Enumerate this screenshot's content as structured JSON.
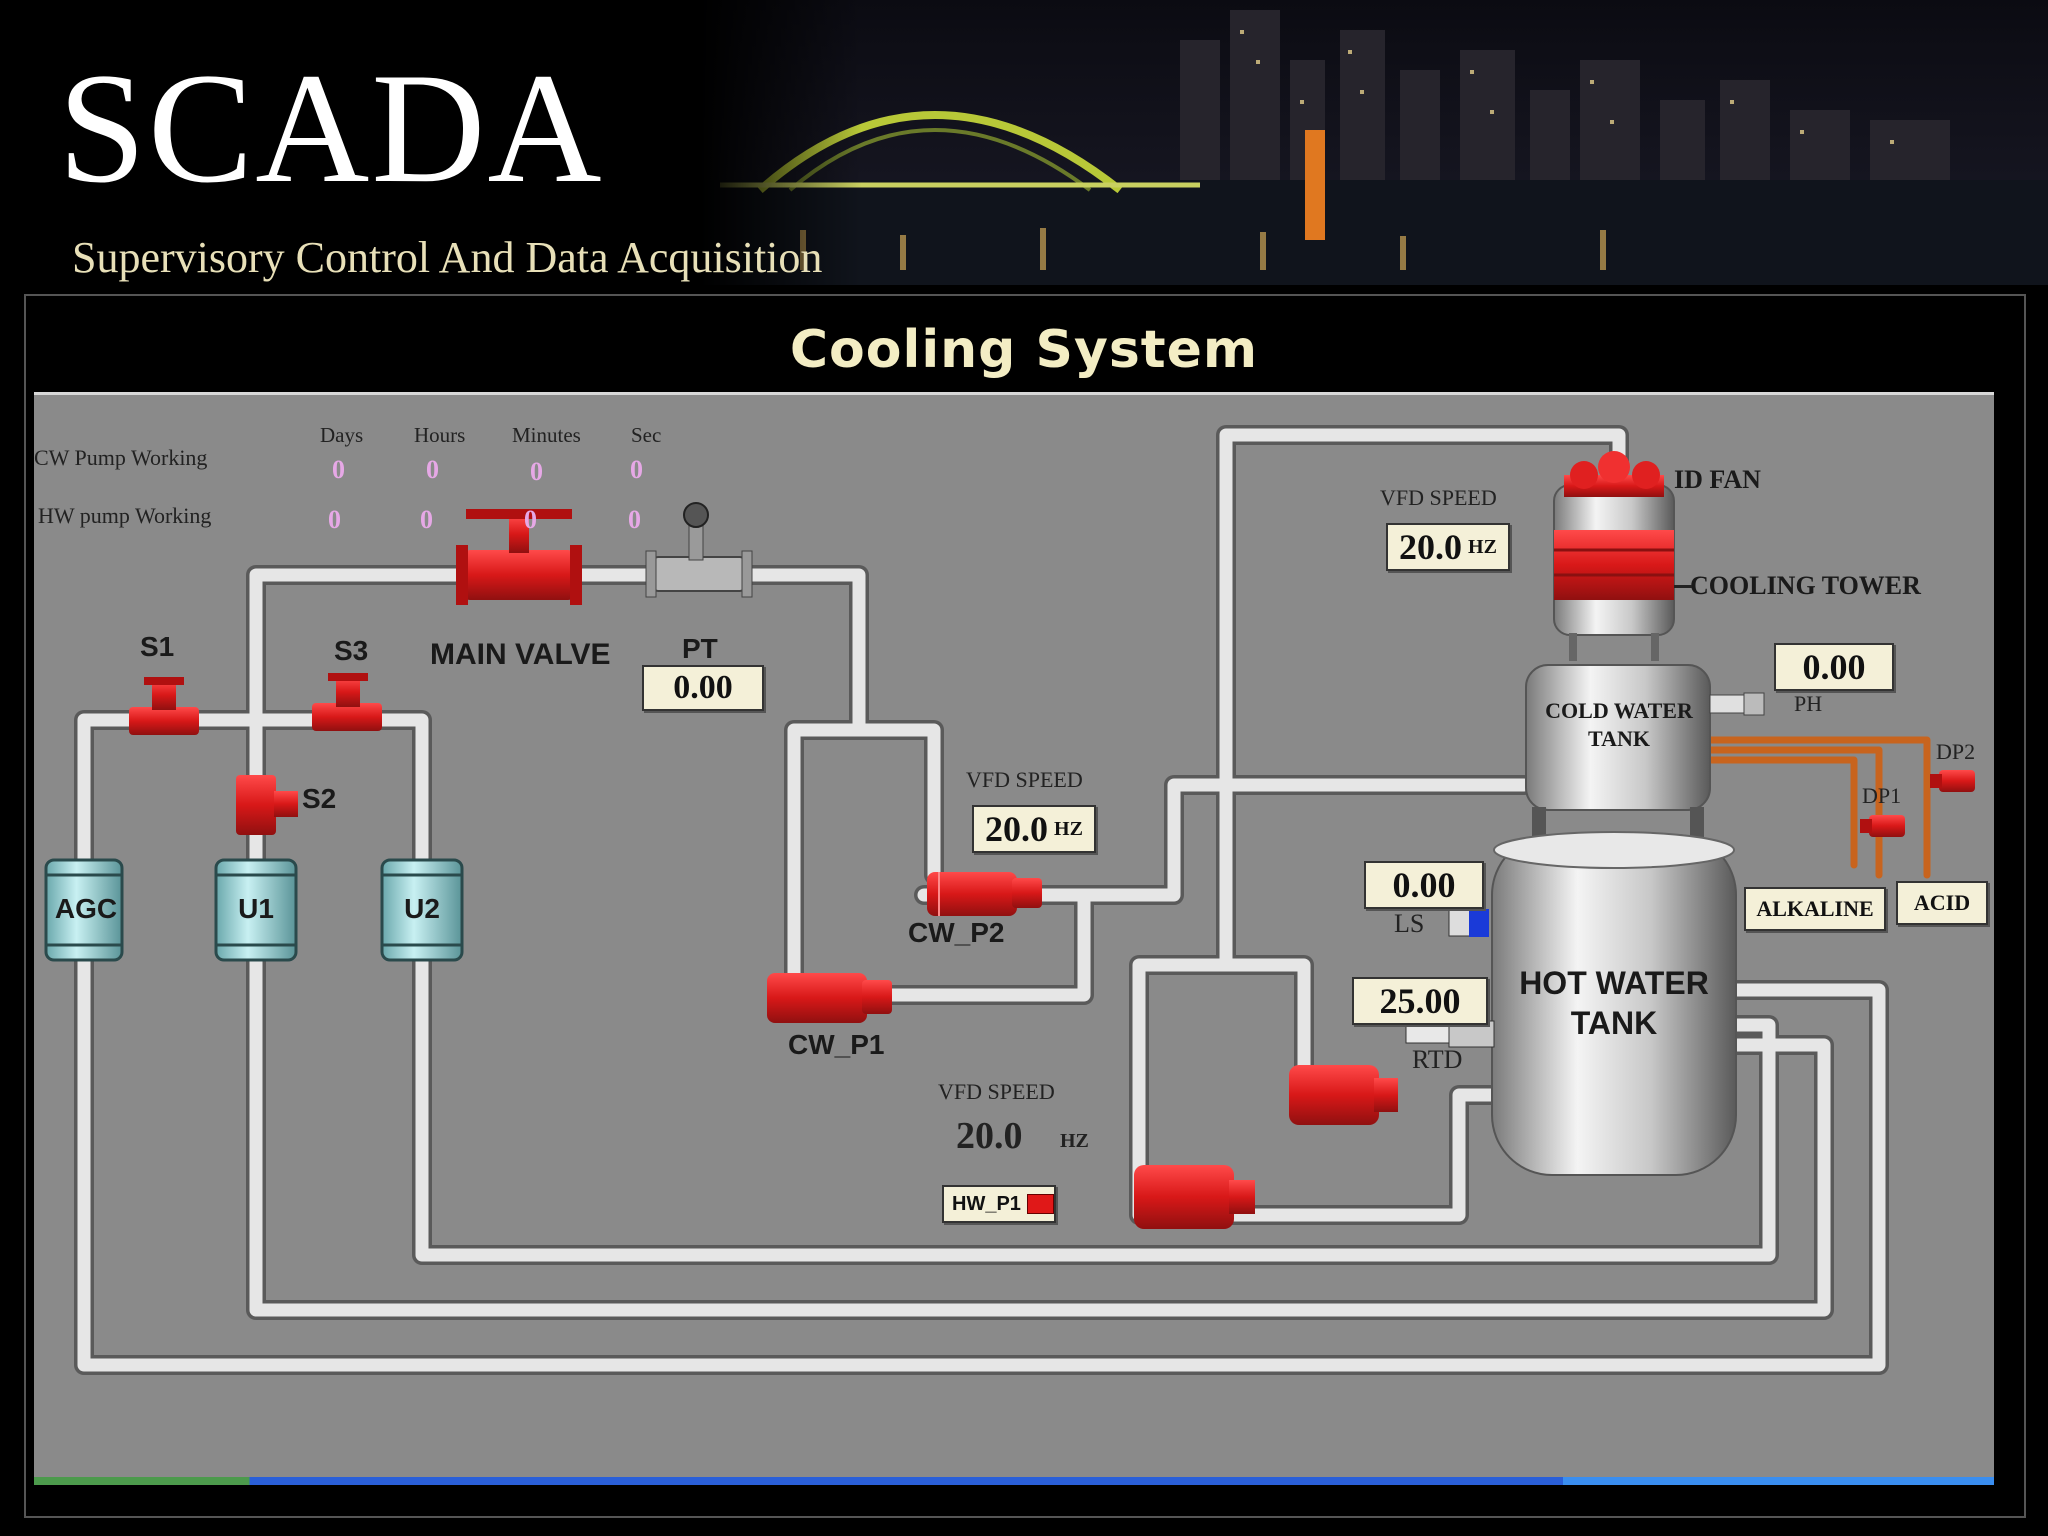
{
  "header": {
    "title": "SCADA",
    "subtitle": "Supervisory Control And Data Acquisition"
  },
  "panel": {
    "title": "Cooling  System"
  },
  "timers": {
    "columns": [
      "Days",
      "Hours",
      "Minutes",
      "Sec"
    ],
    "rows": [
      {
        "label": "CW Pump Working",
        "values": [
          "0",
          "0",
          "0",
          "0"
        ]
      },
      {
        "label": "HW pump Working",
        "values": [
          "0",
          "0",
          "0",
          "0"
        ]
      }
    ]
  },
  "valves": {
    "s1": "S1",
    "s2": "S2",
    "s3": "S3",
    "main": "MAIN VALVE"
  },
  "pt": {
    "label": "PT",
    "value": "0.00"
  },
  "units": {
    "agc": "AGC",
    "u1": "U1",
    "u2": "U2"
  },
  "cw_p2": {
    "vfd_label": "VFD SPEED",
    "value": "20.0",
    "unit": "HZ",
    "name": "CW_P2"
  },
  "cw_p1": {
    "name": "CW_P1"
  },
  "hw": {
    "vfd_label": "VFD SPEED",
    "value": "20.0",
    "unit": "HZ",
    "indicator": "HW_P1"
  },
  "tower": {
    "vfd_label": "VFD SPEED",
    "value": "20.0",
    "unit": "HZ",
    "fan": "ID FAN",
    "label": "COOLING TOWER"
  },
  "ph": {
    "value": "0.00",
    "label": "PH"
  },
  "cold_tank": {
    "label": "COLD WATER TANK"
  },
  "hot_tank": {
    "label": "HOT WATER TANK"
  },
  "ls": {
    "value": "0.00",
    "label": "LS"
  },
  "rtd": {
    "value": "25.00",
    "label": "RTD"
  },
  "dosing": {
    "dp1": "DP1",
    "dp2": "DP2",
    "alkaline": "ALKALINE",
    "acid": "ACID"
  },
  "colors": {
    "background": "#8a8a8a",
    "pipe": "#e6e6e6",
    "valve": "#d81818",
    "filter": "#a8d8dc",
    "orange_pipe": "#c8641e",
    "value_box": "#f4f0d8"
  }
}
